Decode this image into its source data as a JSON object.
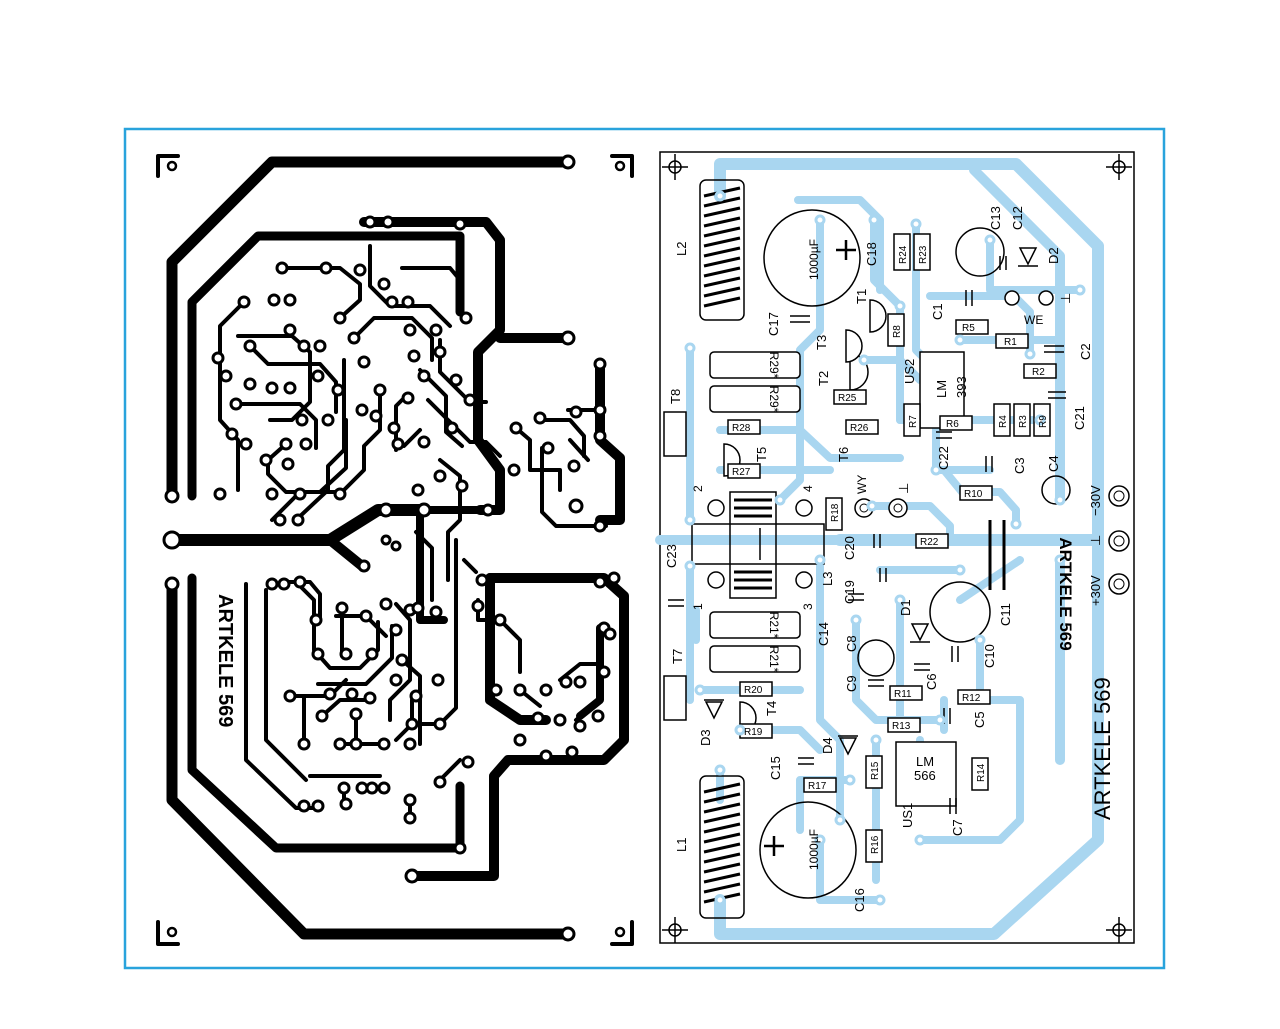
{
  "copper_side": {
    "label": "ARTKELE 569"
  },
  "component_side": {
    "watermark": "ARTKELE 569",
    "label": "ARTKELE 569",
    "capacitor_value": "1000µF",
    "components": {
      "L1": "L1",
      "L2": "L2",
      "L3": "L3",
      "T1": "T1",
      "T2": "T2",
      "T3": "T3",
      "T4": "T4",
      "T5": "T5",
      "T6": "T6",
      "T7": "T7",
      "T8": "T8",
      "D1": "D1",
      "D2": "D2",
      "D3": "D3",
      "D4": "D4",
      "C1": "C1",
      "C2": "C2",
      "C3": "C3",
      "C4": "C4",
      "C5": "C5",
      "C6": "C6",
      "C7": "C7",
      "C8": "C8",
      "C9": "C9",
      "C10": "C10",
      "C11": "C11",
      "C12": "C12",
      "C13": "C13",
      "C14": "C14",
      "C15": "C15",
      "C16": "C16",
      "C17": "C17",
      "C18": "C18",
      "C19": "C19",
      "C20": "C20",
      "C21": "C21",
      "C22": "C22",
      "C23": "C23",
      "R1": "R1",
      "R2": "R2",
      "R3": "R3",
      "R4": "R4",
      "R5": "R5",
      "R6": "R6",
      "R7": "R7",
      "R8": "R8",
      "R9": "R9",
      "R10": "R10",
      "R11": "R11",
      "R12": "R12",
      "R13": "R13",
      "R14": "R14",
      "R15": "R15",
      "R16": "R16",
      "R17": "R17",
      "R18": "R18",
      "R19": "R19",
      "R20": "R20",
      "R21a": "R21*",
      "R21b": "R21*",
      "R22": "R22",
      "R23": "R23",
      "R24": "R24",
      "R25": "R25",
      "R26": "R26",
      "R27": "R27",
      "R28": "R28",
      "R29a": "R29*",
      "R29b": "R29*",
      "US1": "US1",
      "US2": "US2",
      "IC1_line1": "LM",
      "IC1_line2": "566",
      "IC2_line1": "LM",
      "IC2_line2": "393"
    },
    "pins": {
      "p1": "1",
      "p2": "2",
      "p3": "3",
      "p4": "4"
    },
    "terminals": {
      "minus30": "−30V",
      "gnd": "⊥",
      "plus30": "+30V",
      "WE": "WE",
      "WE_gnd": "⊥",
      "WY": "WY",
      "WY_gnd": "⊥"
    }
  },
  "colors": {
    "frame": "#29a3dc",
    "trace_blue": "#a9d6f0",
    "copper": "#000000"
  }
}
